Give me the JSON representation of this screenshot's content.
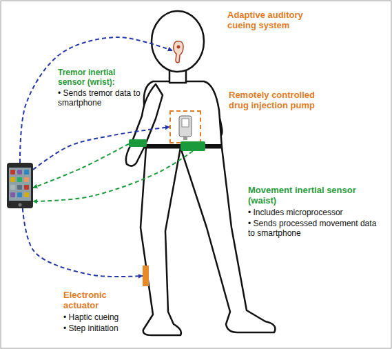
{
  "diagram": {
    "nodes": [
      {
        "text": []
      },
      {
        "text": [
          "Adaptive auditory cueing system"
        ]
      },
      {
        "text": [
          "Tremor inertial sensor (wrist):",
          "• Sends tremor data to smartphone"
        ]
      },
      {
        "text": [
          "Remotely controlled drug injection pump"
        ]
      },
      {
        "text": [
          "Movement inertial sensor (waist)",
          "• Includes microprocessor",
          "• Sends processed movement data to smartphone"
        ]
      },
      {
        "text": [
          "Electronic actuator",
          "• Haptic cueing",
          "• Step initiation"
        ]
      }
    ],
    "edges": [
      {
        "from": 0,
        "to": 1,
        "arrow": "to"
      },
      {
        "from": 0,
        "to": 3,
        "arrow": "to"
      },
      {
        "from": 0,
        "to": 5,
        "arrow": "to"
      },
      {
        "from": 2,
        "to": 0,
        "arrow": "to"
      },
      {
        "from": 4,
        "to": 0,
        "arrow": "to"
      }
    ]
  }
}
